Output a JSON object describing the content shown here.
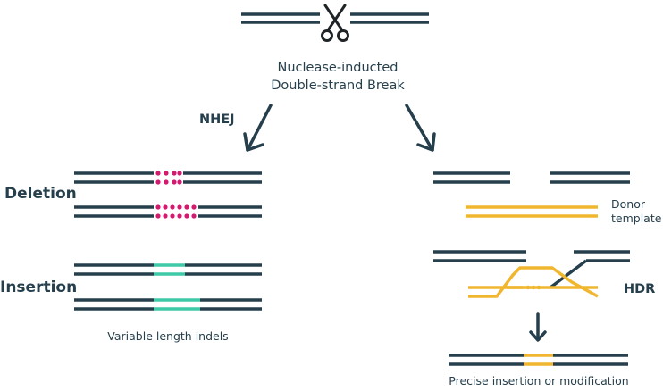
{
  "title": {
    "line1": "Nuclease-inducted",
    "line2": "Double-strand Break"
  },
  "nhej_label": "NHEJ",
  "deletion_label": "Deletion",
  "insertion_label": "Insertion",
  "indels_caption": "Variable length indels",
  "donor_label": {
    "line1": "Donor",
    "line2": "template"
  },
  "hdr_label": "HDR",
  "hdr_caption": "Precise insertion or modification",
  "colors": {
    "dna_strand": "#263f4c",
    "deletion_dots": "#d6186f",
    "insertion_segment": "#3ec9a7",
    "donor_template": "#f0b62e",
    "text": "#263f4c"
  },
  "icons": {
    "cut": "scissors-icon",
    "arrow": "arrow-down-icon"
  }
}
